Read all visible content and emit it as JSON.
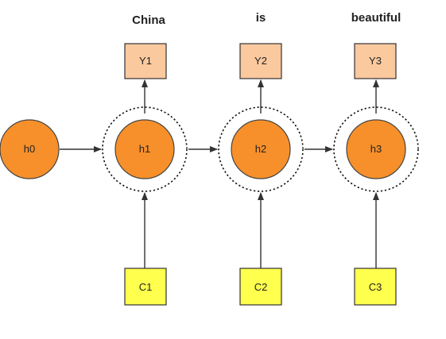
{
  "words": [
    "China",
    "is",
    "beautiful"
  ],
  "outputs": [
    "Y1",
    "Y2",
    "Y3"
  ],
  "initial_state": "h0",
  "hidden_states": [
    "h1",
    "h2",
    "h3"
  ],
  "contexts": [
    "C1",
    "C2",
    "C3"
  ],
  "colors": {
    "node_fill": "#f7902a",
    "output_fill": "#fbc99e",
    "context_fill": "#ffff4d",
    "edge": "#333333",
    "ring": "#111111"
  }
}
